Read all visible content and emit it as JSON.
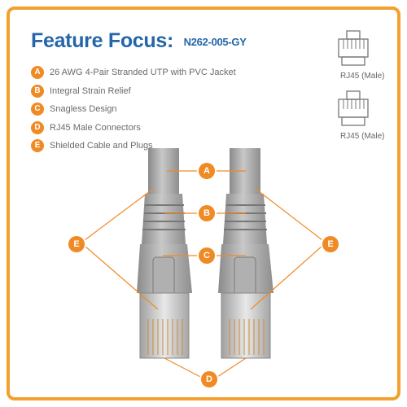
{
  "title": {
    "main": "Feature Focus:",
    "part_number": "N262-005-GY"
  },
  "features": [
    {
      "letter": "A",
      "text": "26 AWG 4-Pair Stranded UTP with PVC Jacket"
    },
    {
      "letter": "B",
      "text": "Integral Strain Relief"
    },
    {
      "letter": "C",
      "text": "Snagless Design"
    },
    {
      "letter": "D",
      "text": "RJ45 Male Connectors"
    },
    {
      "letter": "E",
      "text": "Shielded Cable and Plugs"
    }
  ],
  "connectors": [
    {
      "label": "RJ45 (Male)",
      "icon": "rj45-plug-icon"
    },
    {
      "label": "RJ45 (Male)",
      "icon": "rj45-plug-icon"
    }
  ],
  "callouts": {
    "a": "A",
    "b": "B",
    "c": "C",
    "d": "D",
    "e_left": "E",
    "e_right": "E"
  },
  "colors": {
    "border": "#f2a02e",
    "accent": "#f08a24",
    "title": "#2466a9",
    "cable": "#9a9a9a"
  }
}
